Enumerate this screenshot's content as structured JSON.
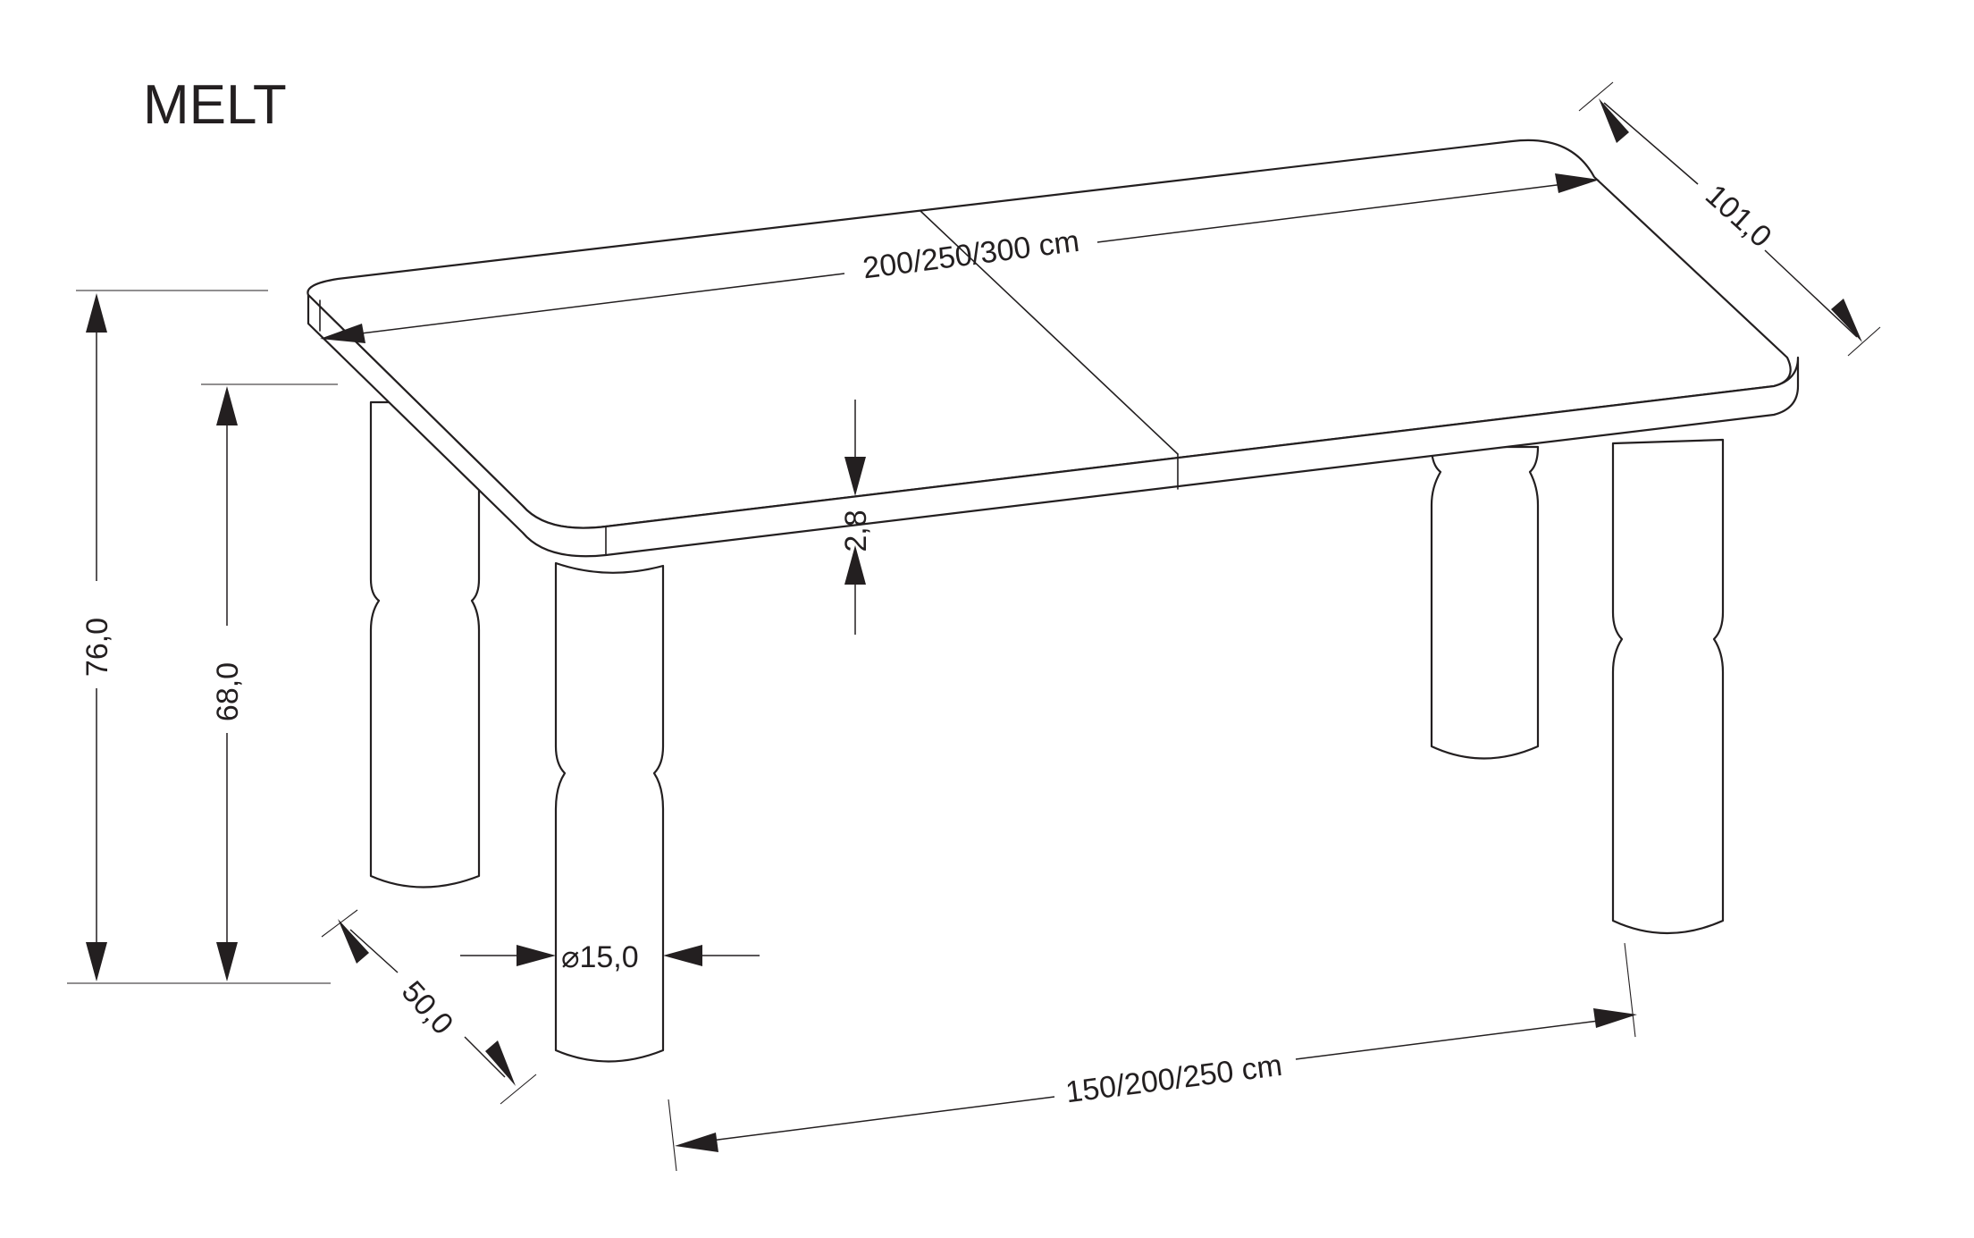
{
  "title": "MELT",
  "dimensions": {
    "length": "200/250/300 cm",
    "width": "101,0",
    "height_total": "76,0",
    "height_under_top": "68,0",
    "top_thickness": "2,8",
    "leg_diameter_symbol": "⌀",
    "leg_diameter": "15,0",
    "depth_offset": "50,0",
    "leg_spacing": "150/200/250 cm"
  }
}
